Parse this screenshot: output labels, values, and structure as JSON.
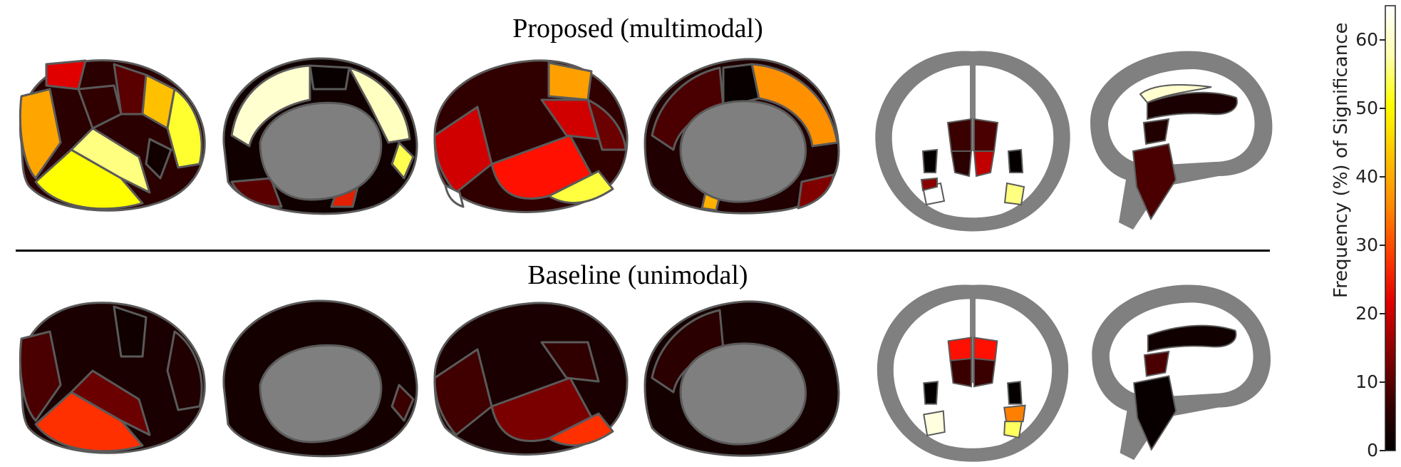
{
  "titles": {
    "top": "Proposed (multimodal)",
    "bottom": "Baseline (unimodal)"
  },
  "colorbar": {
    "label": "Frequency (%) of Significance",
    "ticks": [
      "0",
      "10",
      "20",
      "30",
      "40",
      "50",
      "60"
    ],
    "range": [
      0,
      65
    ],
    "colormap": "hot",
    "colors": [
      "#000000",
      "#3a0000",
      "#8a0000",
      "#e00000",
      "#ff4000",
      "#ff8c00",
      "#ffc400",
      "#ffff00",
      "#ffffb0",
      "#ffffff"
    ]
  },
  "panels": {
    "top": [
      "lateral-left",
      "medial-left",
      "lateral-right",
      "medial-right",
      "coronal-slice",
      "sagittal-slice"
    ],
    "bottom": [
      "lateral-left",
      "medial-left",
      "lateral-right",
      "medial-right",
      "coronal-slice",
      "sagittal-slice"
    ]
  },
  "colors": {
    "outline": "#6b6b6b",
    "medial_wall": "#7f7f7f",
    "slice_gray": "#808080"
  }
}
